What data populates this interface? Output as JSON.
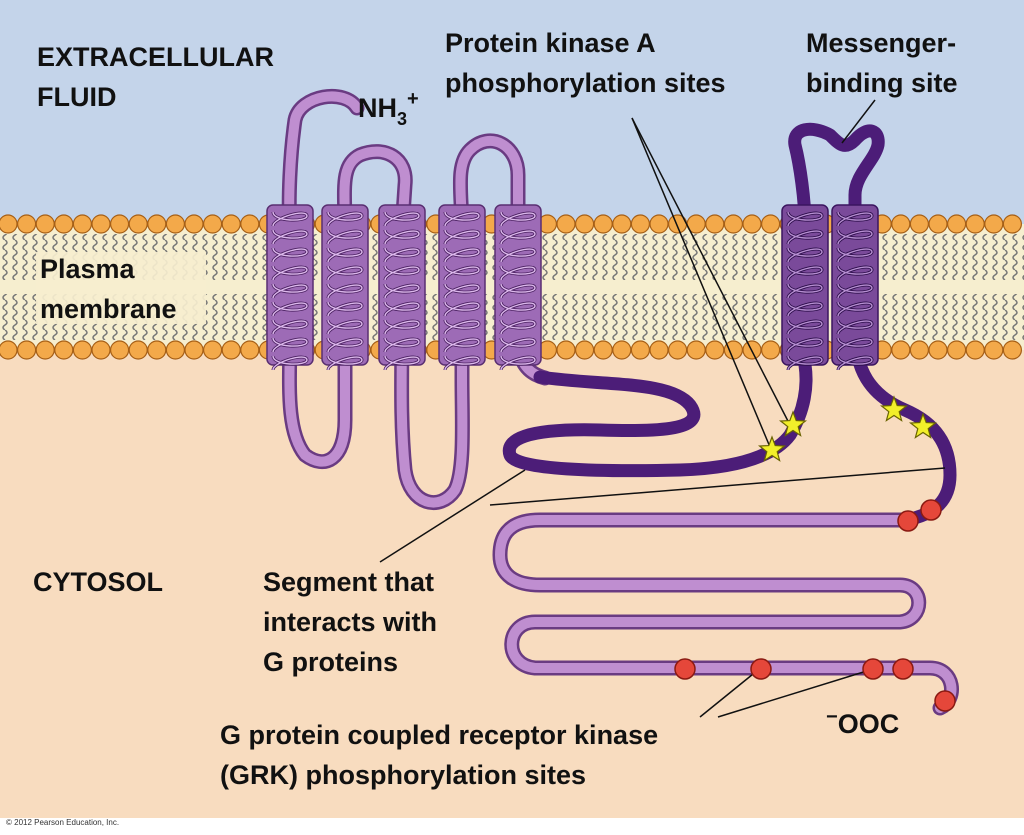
{
  "colors": {
    "extracellular": "#c4d4ea",
    "cytosol": "#f8dcbf",
    "membrane_core": "#f6eecf",
    "lipid_head": "#f3a94a",
    "lipid_head_stroke": "#a65f16",
    "light_chain": "#bf8ed0",
    "light_chain_stroke": "#6a3b82",
    "dark_chain": "#4c1d78",
    "pka_star": "#f2ef2a",
    "grk_dot": "#e5473a"
  },
  "icons": [
    "receptor-protein-icon",
    "pka-star-icon",
    "grk-dot-icon",
    "phospholipid-icon"
  ],
  "labels": {
    "extracellular_line1": "EXTRACELLULAR",
    "extracellular_line2": "FLUID",
    "nh3": "NH",
    "nh3_sub": "3",
    "nh3_sup": "+",
    "pka_line1": "Protein kinase A",
    "pka_line2": "phosphorylation sites",
    "messenger_line1": "Messenger-",
    "messenger_line2": "binding site",
    "plasma_line1": "Plasma",
    "plasma_line2": "membrane",
    "cytosol": "CYTOSOL",
    "segment_line1": "Segment that",
    "segment_line2": "interacts with",
    "segment_line3": "G proteins",
    "grk_line1": "G protein coupled receptor kinase",
    "grk_line2": "(GRK) phosphorylation sites",
    "cooh_sup": "−",
    "cooh": "OOC"
  },
  "copyright": "© 2012 Pearson Education, Inc."
}
